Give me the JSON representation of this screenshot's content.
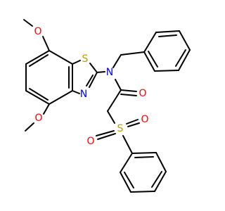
{
  "molecule": {
    "atoms": {
      "o_methoxy_top": "O",
      "o_methoxy_bottom": "O",
      "s_thiazole": "S",
      "n_thiazole": "N",
      "n_amide": "N",
      "o_carbonyl": "O",
      "s_sulfonyl": "S",
      "o_sulfonyl_left": "O",
      "o_sulfonyl_right": "O"
    },
    "colors": {
      "bond": "#000000",
      "oxygen": "#ff0000",
      "nitrogen": "#0000ff",
      "sulfur": "#b8a000"
    }
  }
}
